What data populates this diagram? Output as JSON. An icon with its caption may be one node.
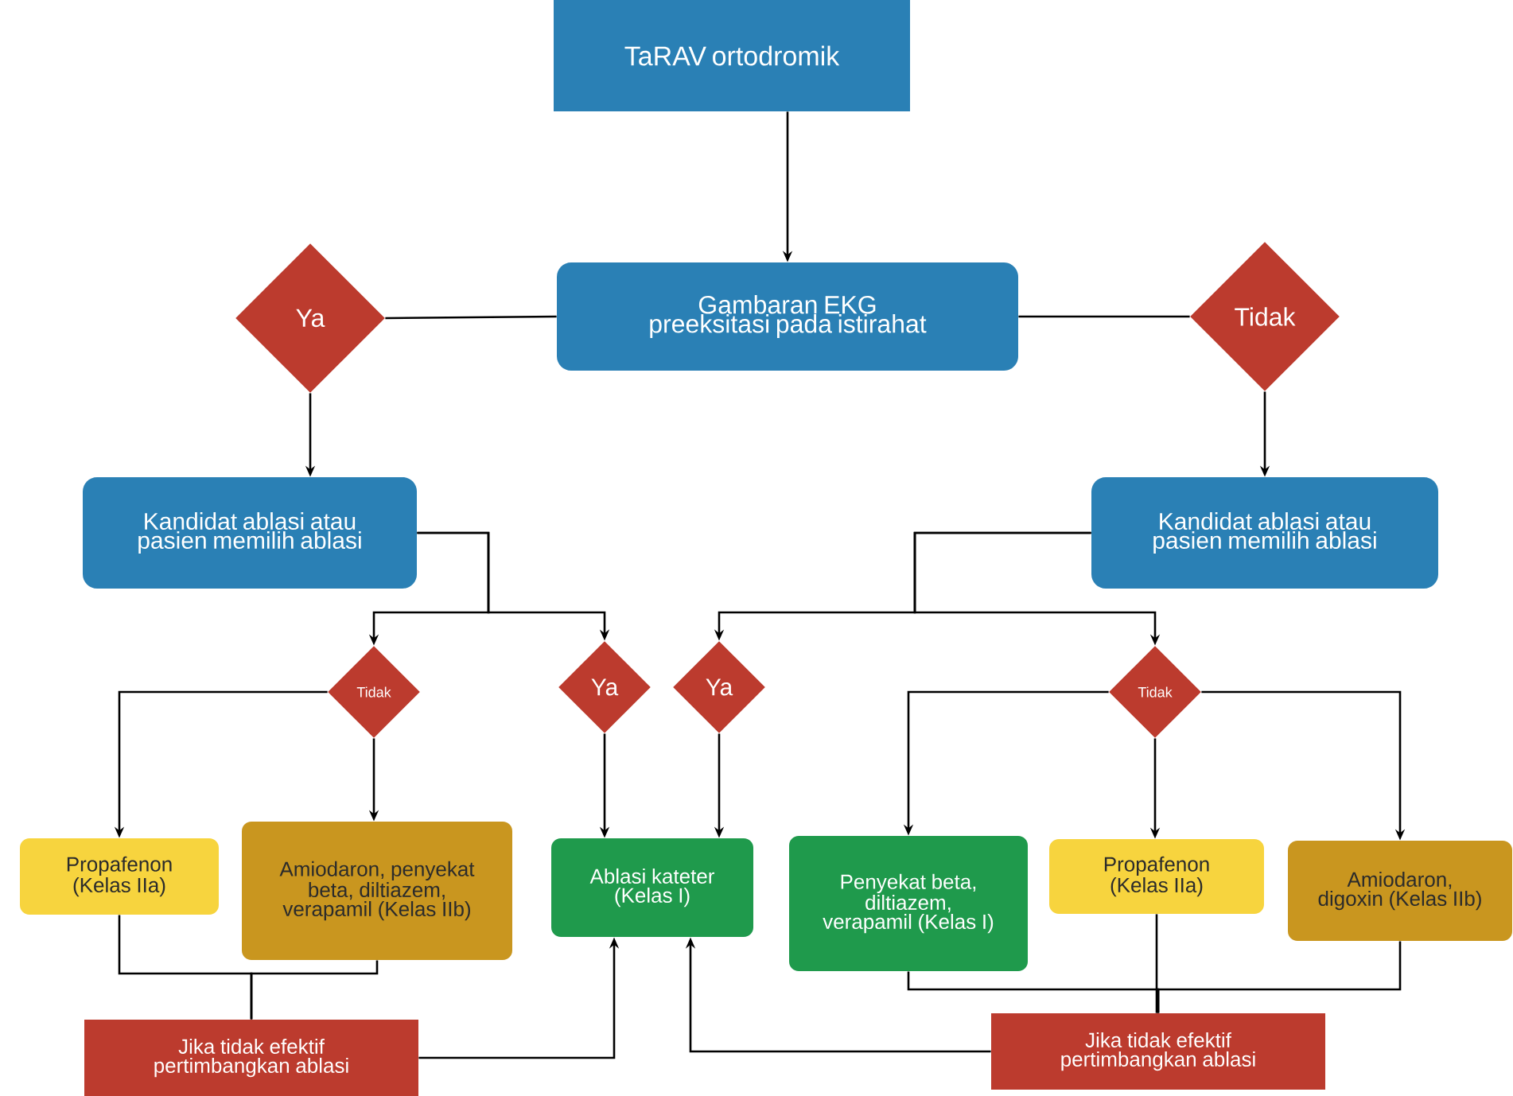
{
  "diagram": {
    "nodes": [
      {
        "text": [
          "TaRAV ortodromik"
        ]
      },
      {
        "text": [
          "Gambaran EKG preeksitasi pada istirahat"
        ]
      },
      {
        "text": [
          "Ya"
        ]
      },
      {
        "text": [
          "Tidak"
        ]
      },
      {
        "text": [
          "Kandidat ablasi atau pasien memilih ablasi"
        ]
      },
      {
        "text": [
          "Kandidat ablasi atau pasien memilih ablasi"
        ]
      },
      {
        "text": [
          "Tidak"
        ]
      },
      {
        "text": [
          "Ya"
        ]
      },
      {
        "text": [
          "Ya"
        ]
      },
      {
        "text": [
          "Tidak"
        ]
      },
      {
        "text": [
          "Propafenon (Kelas IIa)"
        ]
      },
      {
        "text": [
          "Amiodaron, penyekat beta, diltiazem, verapamil (Kelas IIb)"
        ]
      },
      {
        "text": [
          "Ablasi kateter (Kelas I)"
        ]
      },
      {
        "text": [
          "Penyekat beta, diltiazem, verapamil (Kelas I)"
        ]
      },
      {
        "text": [
          "Propafenon (Kelas IIa)"
        ]
      },
      {
        "text": [
          "Amiodaron, digoxin (Kelas IIb)"
        ]
      },
      {
        "text": [
          "Jika tidak efektif pertimbangkan ablasi"
        ]
      },
      {
        "text": [
          "Jika tidak efektif pertimbangkan ablasi"
        ]
      }
    ],
    "edges": [
      {
        "from": 0,
        "to": 1,
        "arrow": "to"
      },
      {
        "from": 1,
        "to": 2,
        "arrow": "none"
      },
      {
        "from": 1,
        "to": 3,
        "arrow": "none"
      },
      {
        "from": 2,
        "to": 4,
        "arrow": "to"
      },
      {
        "from": 3,
        "to": 5,
        "arrow": "to"
      },
      {
        "from": 4,
        "to": 6,
        "arrow": "to"
      },
      {
        "from": 4,
        "to": 7,
        "arrow": "to"
      },
      {
        "from": 5,
        "to": 8,
        "arrow": "to"
      },
      {
        "from": 5,
        "to": 9,
        "arrow": "to"
      },
      {
        "from": 6,
        "to": 10,
        "arrow": "to"
      },
      {
        "from": 6,
        "to": 11,
        "arrow": "to"
      },
      {
        "from": 7,
        "to": 12,
        "arrow": "to"
      },
      {
        "from": 8,
        "to": 12,
        "arrow": "to"
      },
      {
        "from": 9,
        "to": 13,
        "arrow": "to"
      },
      {
        "from": 9,
        "to": 14,
        "arrow": "to"
      },
      {
        "from": 9,
        "to": 15,
        "arrow": "to"
      },
      {
        "from": 10,
        "to": 16,
        "arrow": "none"
      },
      {
        "from": 11,
        "to": 16,
        "arrow": "none"
      },
      {
        "from": 13,
        "to": 17,
        "arrow": "none"
      },
      {
        "from": 14,
        "to": 17,
        "arrow": "none"
      },
      {
        "from": 15,
        "to": 17,
        "arrow": "none"
      },
      {
        "from": 16,
        "to": 12,
        "arrow": "to"
      },
      {
        "from": 17,
        "to": 12,
        "arrow": "to"
      }
    ]
  }
}
